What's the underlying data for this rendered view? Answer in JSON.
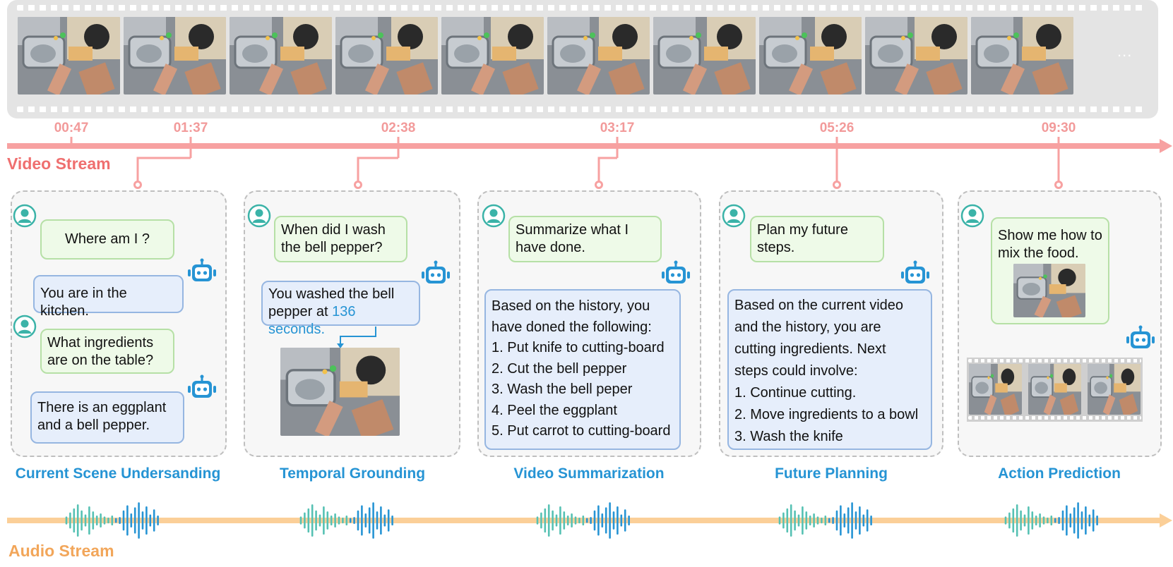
{
  "streams": {
    "video_label": "Video Stream",
    "audio_label": "Audio Stream",
    "timestamps": [
      "00:47",
      "01:37",
      "02:38",
      "03:17",
      "05:26",
      "09:30"
    ],
    "film_ellipsis": "..."
  },
  "colors": {
    "video_stream": "#f7a1a1",
    "audio_stream": "#fbcf98",
    "task_title": "#2694d4",
    "user_bubble": "#eefae8",
    "bot_bubble": "#e6eefb",
    "user_icon": "#3bb3a8",
    "bot_icon": "#2694d4"
  },
  "icons": {
    "user": "user-avatar-icon",
    "assistant": "robot-icon",
    "audio": "audio-waveform-icon"
  },
  "panels": [
    {
      "title": "Current Scene Undersanding",
      "q1": "Where am I ?",
      "a1": "You are in the kitchen.",
      "q2a": "What ingredients",
      "q2b": "are on the table?",
      "a2a": "There is an eggplant",
      "a2b": "and a bell pepper."
    },
    {
      "title": "Temporal Grounding",
      "qa": "When did I wash",
      "qb": "the bell pepper?",
      "aa": "You washed the bell",
      "ab_prefix": "pepper at ",
      "ab_highlight": "136 seconds."
    },
    {
      "title": "Video Summarization",
      "qa": "Summarize what I",
      "qb": "have done.",
      "lines": [
        "Based on the history, you",
        "have doned the following:",
        "1. Put knife to cutting-board",
        "2. Cut the bell pepper",
        "3. Wash the bell peper",
        "4. Peel the eggplant",
        "5. Put carrot to cutting-board"
      ]
    },
    {
      "title": "Future Planning",
      "qa": "Plan my future",
      "qb": "steps.",
      "lines": [
        "Based on the current video",
        "and the history, you are",
        "cutting ingredients. Next",
        "steps could involve:",
        "1. Continue cutting.",
        "2. Move ingredients to a bowl",
        "3. Wash the knife"
      ]
    },
    {
      "title": "Action Prediction",
      "qa": "Show me how to",
      "qb": "mix the food."
    }
  ]
}
